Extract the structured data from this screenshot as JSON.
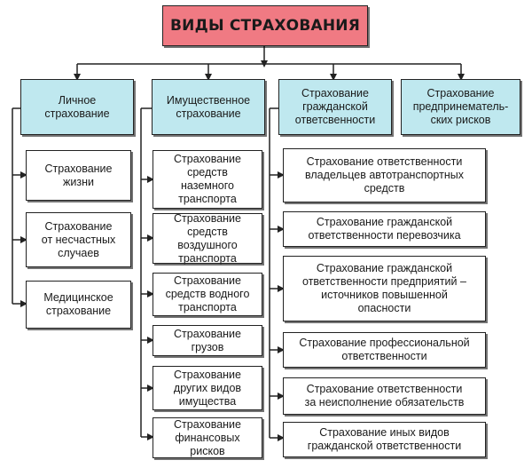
{
  "title": "ВИДЫ СТРАХОВАНИЯ",
  "colors": {
    "title_fill": "#f07a83",
    "category_fill": "#bfe8ef",
    "item_fill": "#ffffff",
    "line": "#222222"
  },
  "categories": [
    {
      "label": "Личное\nстрахование"
    },
    {
      "label": "Имущественное\nстрахование"
    },
    {
      "label": "Страхование\nгражданской\nответсвенности"
    },
    {
      "label": "Страхование\nпредпринематель-\nских рисков"
    }
  ],
  "personal_items": [
    {
      "label": "Страхование\nжизни"
    },
    {
      "label": "Страхование\nот несчастных\nслучаев"
    },
    {
      "label": "Медицинское\nстрахование"
    }
  ],
  "property_items": [
    {
      "label": "Страхование\nсредств\nназемного\nтранспорта"
    },
    {
      "label": "Страхование\nсредств\nвоздушного\nтранспорта"
    },
    {
      "label": "Страхование\nсредств водного\nтранспорта"
    },
    {
      "label": "Страхование\nгрузов"
    },
    {
      "label": "Страхование\nдругих видов\nимущества"
    },
    {
      "label": "Страхование\nфинансовых\nрисков"
    }
  ],
  "liability_items": [
    {
      "label": "Страхование ответственности\nвладельцев автотранспортных\nсредств"
    },
    {
      "label": "Страхование гражданской\nответственности перевозчика"
    },
    {
      "label": "Страхование гражданской\nответственности предприятий –\nисточников повышенной\nопасности"
    },
    {
      "label": "Страхование профессиональной\nответственности"
    },
    {
      "label": "Страхование ответственности\nза неисполнение обязательств"
    },
    {
      "label": "Страхование иных видов\nгражданской ответственности"
    }
  ]
}
